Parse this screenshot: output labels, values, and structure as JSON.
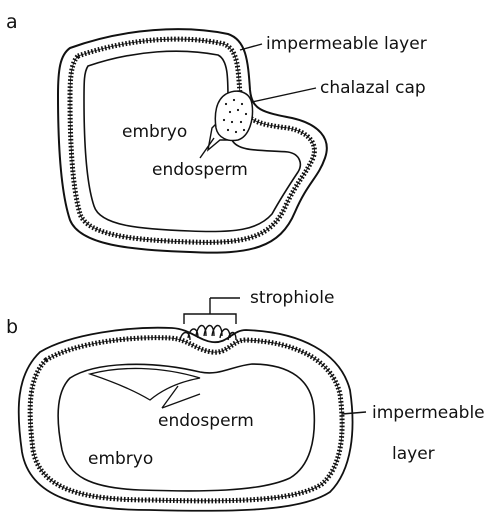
{
  "panels": [
    {
      "letter": "a",
      "labels": {
        "impermeable_layer": "impermeable layer",
        "chalazal_cap": "chalazal cap",
        "embryo": "embryo",
        "endosperm": "endosperm"
      }
    },
    {
      "letter": "b",
      "labels": {
        "strophiole": "strophiole",
        "endosperm": "endosperm",
        "embryo": "embryo",
        "impermeable_line1": "impermeable",
        "impermeable_line2": "layer"
      }
    }
  ],
  "colors": {
    "ink": "#111111",
    "paper": "#ffffff"
  }
}
